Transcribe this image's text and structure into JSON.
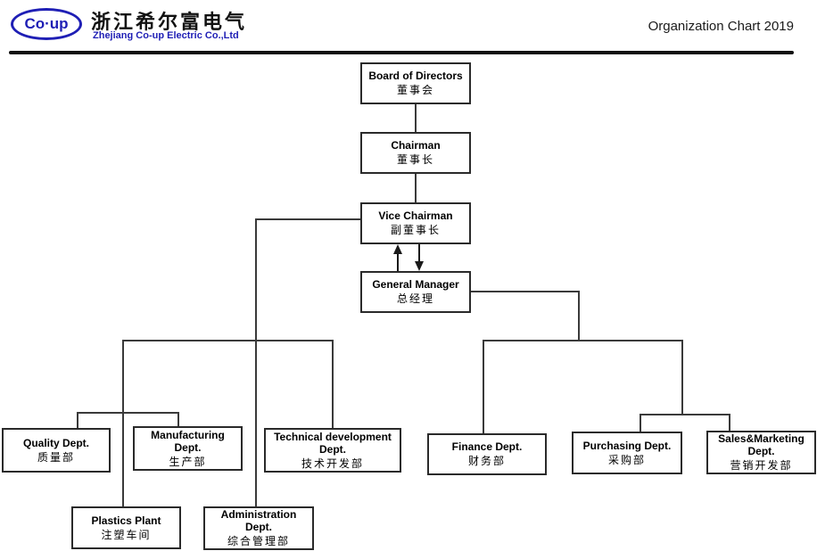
{
  "header": {
    "logo_text": "Co·up",
    "company_cn": "浙江希尔富电气",
    "company_en": "Zhejiang Co-up Electric Co.,Ltd",
    "title": "Organization Chart 2019",
    "brand_blue": "#1f1fb5"
  },
  "chart": {
    "nodes": {
      "board": {
        "en": "Board of Directors",
        "cn": "董事会"
      },
      "chairman": {
        "en": "Chairman",
        "cn": "董事长"
      },
      "vice_chairman": {
        "en": "Vice Chairman",
        "cn": "副董事长"
      },
      "general_manager": {
        "en": "General Manager",
        "cn": "总经理"
      },
      "quality": {
        "en": "Quality Dept.",
        "cn": "质量部"
      },
      "manufacturing": {
        "en": "Manufacturing\nDept.",
        "cn": "生产部"
      },
      "technical": {
        "en": "Technical development\nDept.",
        "cn": "技术开发部"
      },
      "finance": {
        "en": "Finance Dept.",
        "cn": "财务部"
      },
      "purchasing": {
        "en": "Purchasing Dept.",
        "cn": "采购部"
      },
      "sales": {
        "en": "Sales&Marketing\nDept.",
        "cn": "营销开发部"
      },
      "plastics": {
        "en": "Plastics Plant",
        "cn": "注塑车间"
      },
      "administration": {
        "en": "Administration\nDept.",
        "cn": "综合管理部"
      }
    }
  }
}
